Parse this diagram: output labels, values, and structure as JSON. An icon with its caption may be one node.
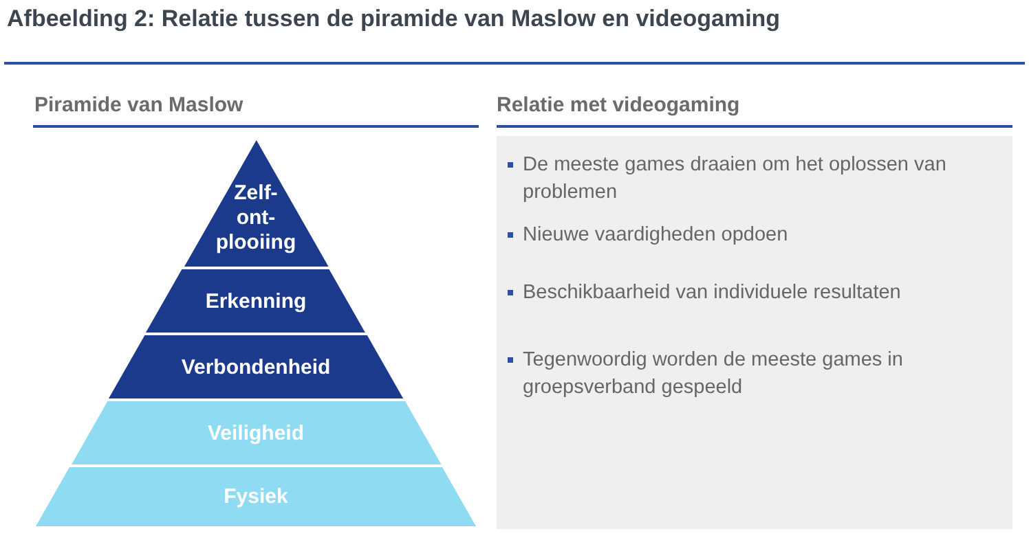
{
  "diagram": {
    "title": "Afbeelding 2: Relatie tussen de piramide van Maslow en videogaming",
    "nodes": [
      {
        "text": [
          "Zelf- ont- plooiing"
        ]
      },
      {
        "text": [
          "Erkenning"
        ]
      },
      {
        "text": [
          "Verbondenheid"
        ]
      },
      {
        "text": [
          "Veiligheid"
        ]
      },
      {
        "text": [
          "Fysiek"
        ]
      },
      {
        "text": [
          "De meeste games draaien om het oplossen van problemen",
          "Nieuwe vaardigheden opdoen",
          "Beschikbaarheid van individuele resultaten",
          "Tegenwoordig worden de meeste games in groepsverband gespeeld"
        ]
      }
    ],
    "labels": [
      "Piramide van Maslow",
      "Relatie met videogaming"
    ]
  }
}
